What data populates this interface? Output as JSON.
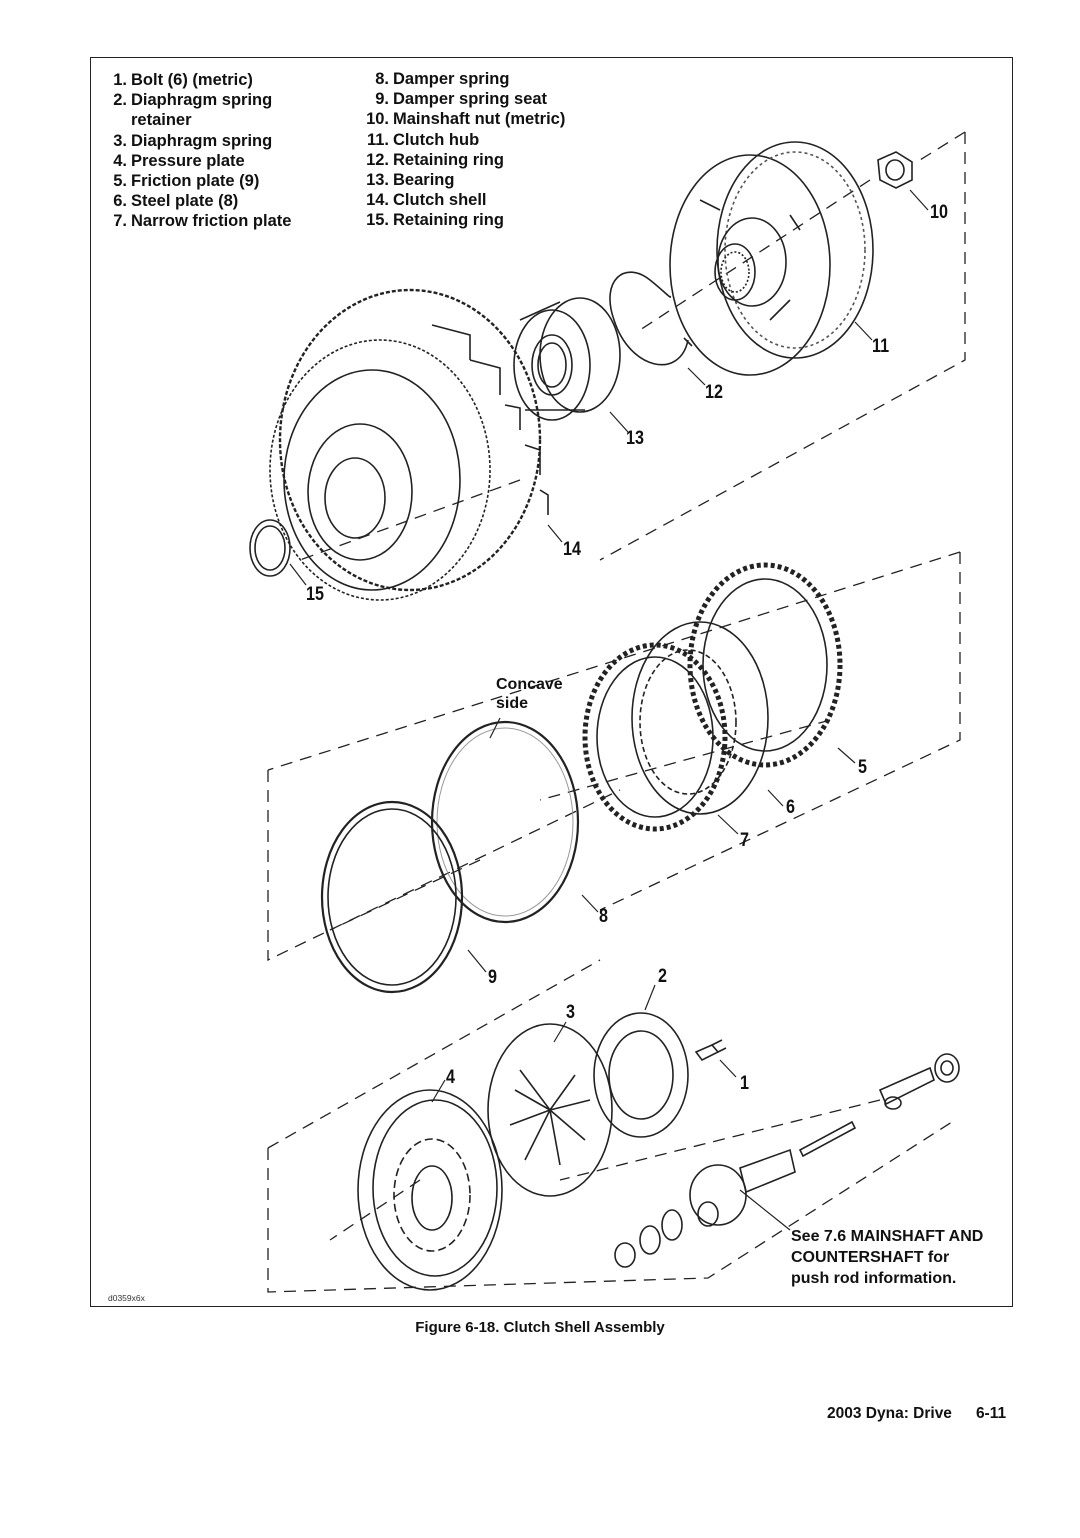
{
  "legend_left": [
    {
      "num": "1.",
      "label": "Bolt (6) (metric)"
    },
    {
      "num": "2.",
      "label": "Diaphragm spring",
      "label2": "retainer"
    },
    {
      "num": "3.",
      "label": "Diaphragm spring"
    },
    {
      "num": "4.",
      "label": "Pressure plate"
    },
    {
      "num": "5.",
      "label": "Friction plate (9)"
    },
    {
      "num": "6.",
      "label": "Steel plate (8)"
    },
    {
      "num": "7.",
      "label": "Narrow friction plate"
    }
  ],
  "legend_right": [
    {
      "num": "8.",
      "label": "Damper spring"
    },
    {
      "num": "9.",
      "label": "Damper spring seat"
    },
    {
      "num": "10.",
      "label": "Mainshaft nut (metric)"
    },
    {
      "num": "11.",
      "label": "Clutch hub"
    },
    {
      "num": "12.",
      "label": "Retaining ring"
    },
    {
      "num": "13.",
      "label": "Bearing"
    },
    {
      "num": "14.",
      "label": "Clutch shell"
    },
    {
      "num": "15.",
      "label": "Retaining ring"
    }
  ],
  "callouts": {
    "c1": "1",
    "c2": "2",
    "c3": "3",
    "c4": "4",
    "c5": "5",
    "c6": "6",
    "c7": "7",
    "c8": "8",
    "c9": "9",
    "c10": "10",
    "c11": "11",
    "c12": "12",
    "c13": "13",
    "c14": "14",
    "c15": "15"
  },
  "concave_label": {
    "line1": "Concave",
    "line2": "side"
  },
  "note": {
    "line1": "See 7.6 MAINSHAFT AND",
    "line2": "COUNTERSHAFT for",
    "line3": "push rod information."
  },
  "drawing_code": "d0359x6x",
  "caption": "Figure 6-18. Clutch Shell Assembly",
  "footer": {
    "manual": "2003 Dyna: Drive",
    "page": "6-11"
  }
}
